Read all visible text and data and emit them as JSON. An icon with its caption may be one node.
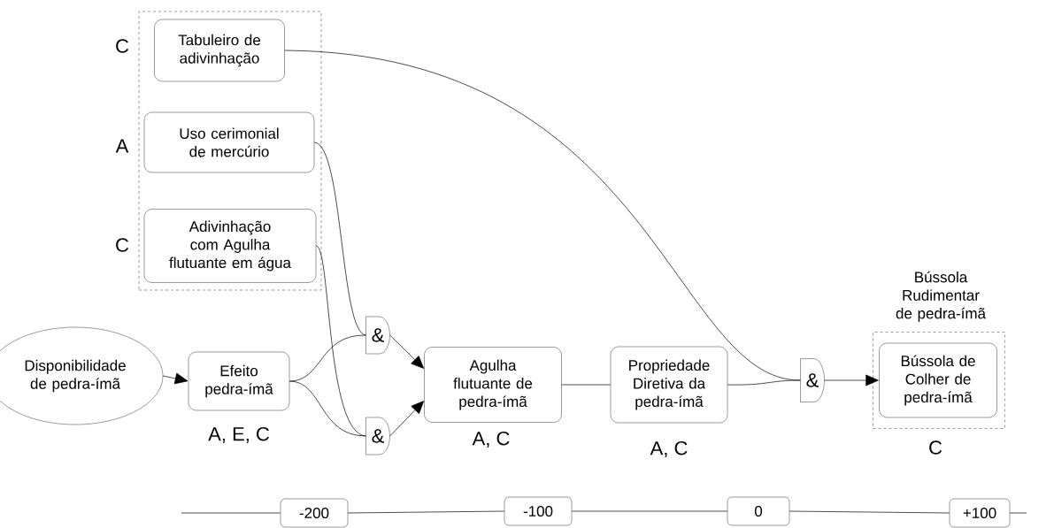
{
  "diagram": {
    "nodes": [
      {
        "text": [],
        "shape": "box"
      },
      {
        "text": [
          "Tabuleiro de adivinhação"
        ],
        "in": 0,
        "beside": [
          "C"
        ]
      },
      {
        "text": [
          "Uso cerimonial de mercúrio"
        ],
        "in": 0,
        "beside": [
          "A"
        ]
      },
      {
        "text": [
          "Adivinhação com Agulha flutuante em água"
        ],
        "in": 0,
        "beside": [
          "C"
        ]
      },
      {
        "text": [
          "Disponibilidade de pedra-ímã"
        ]
      },
      {
        "text": [
          "Efeito pedra-ímã"
        ],
        "beside": [
          "A, E, C"
        ]
      },
      {
        "text": [
          "&"
        ]
      },
      {
        "text": [
          "&"
        ]
      },
      {
        "text": [
          "Agulha flutuante de pedra-ímã"
        ],
        "beside": [
          "A, C"
        ]
      },
      {
        "text": [
          "Propriedade Diretiva da pedra-ímã"
        ],
        "beside": [
          "A, C"
        ]
      },
      {
        "text": [
          "&"
        ]
      },
      {
        "text": [
          "Bússola Rudimentar de pedra-ímã"
        ],
        "beside": [
          "C"
        ]
      },
      {
        "text": [
          "Bússola de Colher de pedra-ímã"
        ],
        "in": 11
      },
      {
        "text": [
          "-200"
        ]
      },
      {
        "text": [
          "-100"
        ]
      },
      {
        "text": [
          "0"
        ]
      },
      {
        "text": [
          "+100"
        ]
      }
    ],
    "edges": [
      {
        "from": 4,
        "to": 5,
        "arrow": "to"
      },
      {
        "from": 5,
        "to": 6,
        "arrow": "none"
      },
      {
        "from": 5,
        "to": 7,
        "arrow": "none"
      },
      {
        "from": 2,
        "to": 6,
        "arrow": "none"
      },
      {
        "from": 3,
        "to": 7,
        "arrow": "none"
      },
      {
        "from": 6,
        "to": 8,
        "arrow": "to"
      },
      {
        "from": 7,
        "to": 8,
        "arrow": "to"
      },
      {
        "from": 8,
        "to": 9,
        "arrow": "none"
      },
      {
        "from": 1,
        "to": 10,
        "arrow": "none"
      },
      {
        "from": 9,
        "to": 10,
        "arrow": "none"
      },
      {
        "from": 10,
        "to": 12,
        "arrow": "to"
      },
      {
        "from": null,
        "to": 13,
        "arrow": "none"
      },
      {
        "from": 13,
        "to": 14,
        "arrow": "none"
      },
      {
        "from": 14,
        "to": 15,
        "arrow": "none"
      },
      {
        "from": 15,
        "to": 16,
        "arrow": "none"
      },
      {
        "from": 16,
        "to": null,
        "arrow": "none"
      }
    ]
  }
}
